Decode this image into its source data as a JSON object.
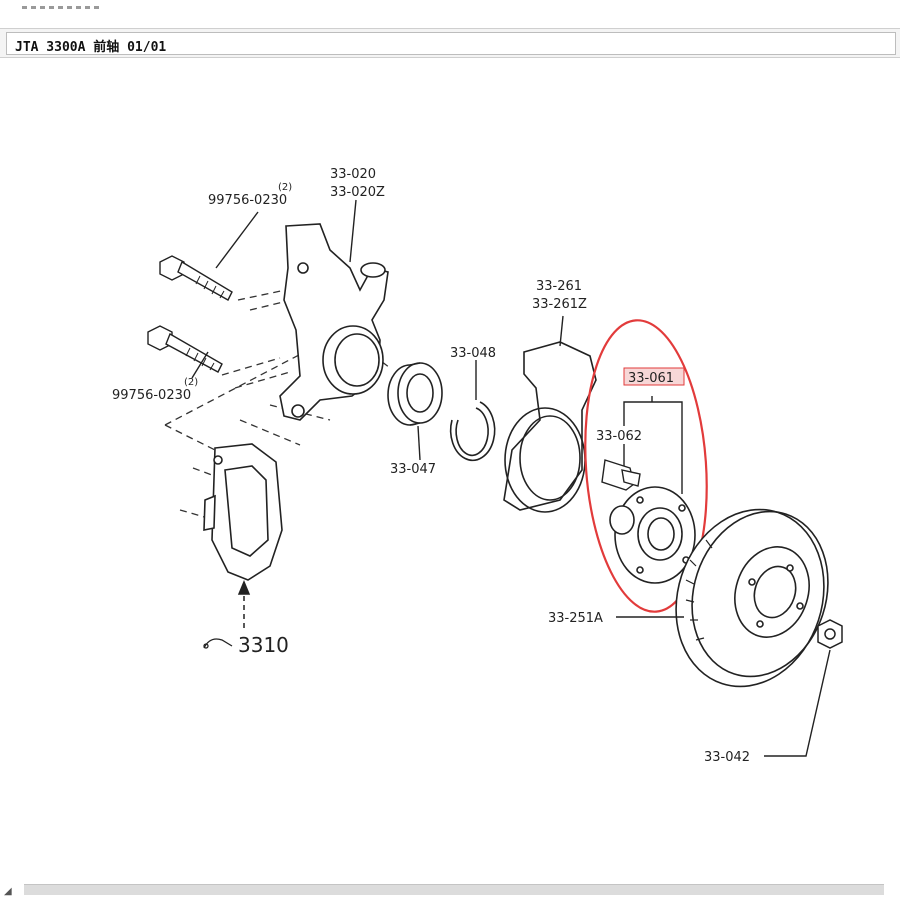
{
  "header": {
    "title": "JTA 3300A 前轴 01/01"
  },
  "callouts": {
    "bolt_top_qty": "(2)",
    "bolt_top": "99756-0230",
    "knuckle_a": "33-020",
    "knuckle_b": "33-020Z",
    "bolt_bottom_qty": "(2)",
    "bolt_bottom": "99756-0230",
    "snap_ring": "33-048",
    "bearing": "33-047",
    "shield_a": "33-261",
    "shield_b": "33-261Z",
    "hub_assembly": "33-061",
    "hub_bolt": "33-062",
    "brake_disc": "33-251A",
    "caliper": "3310",
    "hub_nut": "33-042"
  },
  "highlight_color": "#e23b3b"
}
